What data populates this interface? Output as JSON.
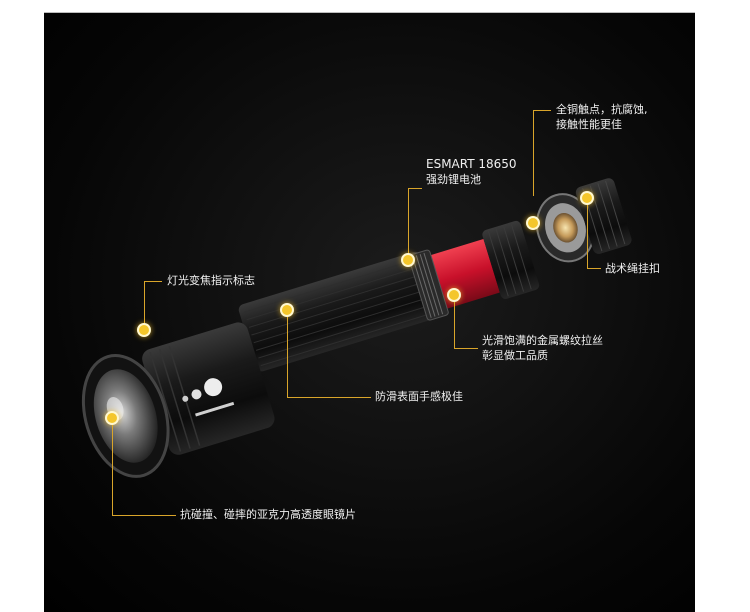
{
  "callouts": {
    "copper_contact": {
      "line1": "全铜触点，抗腐蚀,",
      "line2": "接触性能更佳"
    },
    "battery": {
      "line1": "ESMART 18650",
      "line2": "强劲锂电池"
    },
    "zoom_mark": {
      "text": "灯光变焦指示标志"
    },
    "lanyard": {
      "text": "战术绳挂扣"
    },
    "thread": {
      "line1": "光滑饱满的金属螺纹拉丝",
      "line2": "彰显做工品质"
    },
    "grip": {
      "text": "防滑表面手感极佳"
    },
    "lens": {
      "text": "抗碰撞、碰摔的亚克力高透度眼镜片"
    }
  },
  "colors": {
    "callout_dot": "#f4c62b",
    "callout_line": "#d9a52a",
    "battery_red": "#d8142a",
    "body_black": "#141414"
  },
  "icons": [
    "flashlight-product-image"
  ]
}
